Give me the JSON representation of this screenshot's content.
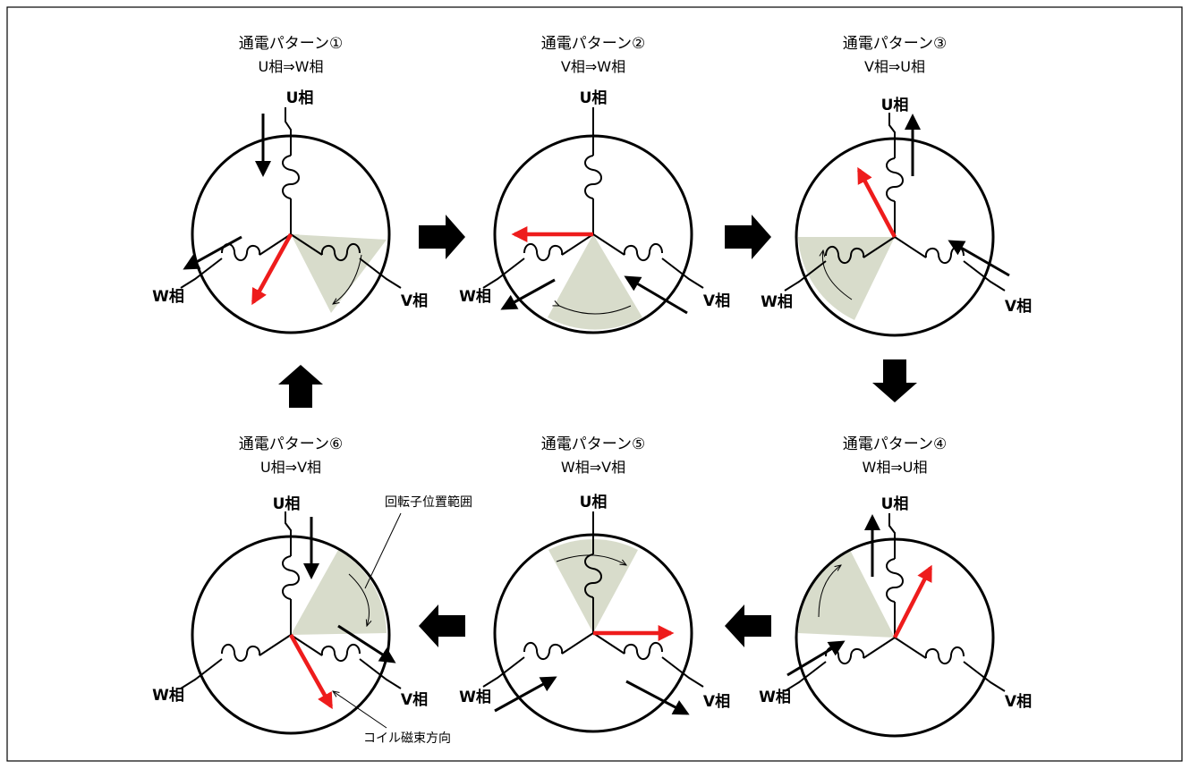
{
  "colors": {
    "field": "#ee1c1c",
    "sector": "#d8dccb",
    "line": "#000000"
  },
  "callouts": {
    "rotor_range": "回転子位置範囲",
    "coil_flux": "コイル磁束方向"
  },
  "patterns": [
    {
      "title": "通電パターン①",
      "sub": "U相⇒W相",
      "u": "U相",
      "v": "V相",
      "w": "W相"
    },
    {
      "title": "通電パターン②",
      "sub": "V相⇒W相",
      "u": "U相",
      "v": "V相",
      "w": "W相"
    },
    {
      "title": "通電パターン③",
      "sub": "V相⇒U相",
      "u": "U相",
      "v": "V相",
      "w": "W相"
    },
    {
      "title": "通電パターン④",
      "sub": "W相⇒U相",
      "u": "U相",
      "v": "V相",
      "w": "W相"
    },
    {
      "title": "通電パターン⑤",
      "sub": "W相⇒V相",
      "u": "U相",
      "v": "V相",
      "w": "W相"
    },
    {
      "title": "通電パターン⑥",
      "sub": "U相⇒V相",
      "u": "U相",
      "v": "V相",
      "w": "W相"
    }
  ]
}
